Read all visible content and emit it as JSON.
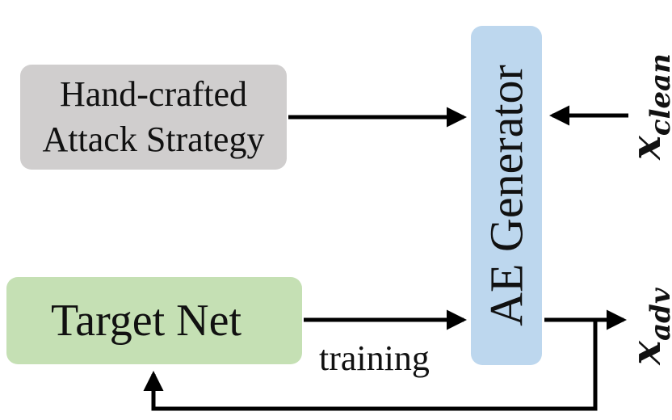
{
  "nodes": {
    "strategy": {
      "line1": "Hand-crafted",
      "line2": "Attack Strategy"
    },
    "target_net": {
      "label": "Target Net"
    },
    "generator": {
      "label": "AE Generator"
    }
  },
  "edges": {
    "training_label": "training"
  },
  "variables": {
    "clean": {
      "base": "x",
      "sub": "clean"
    },
    "adv": {
      "base": "x",
      "sub": "adv"
    }
  },
  "colors": {
    "strategy_fill": "#d0cece",
    "target_fill": "#c5e0b4",
    "generator_fill": "#bdd7ee",
    "arrow": "#000000"
  }
}
